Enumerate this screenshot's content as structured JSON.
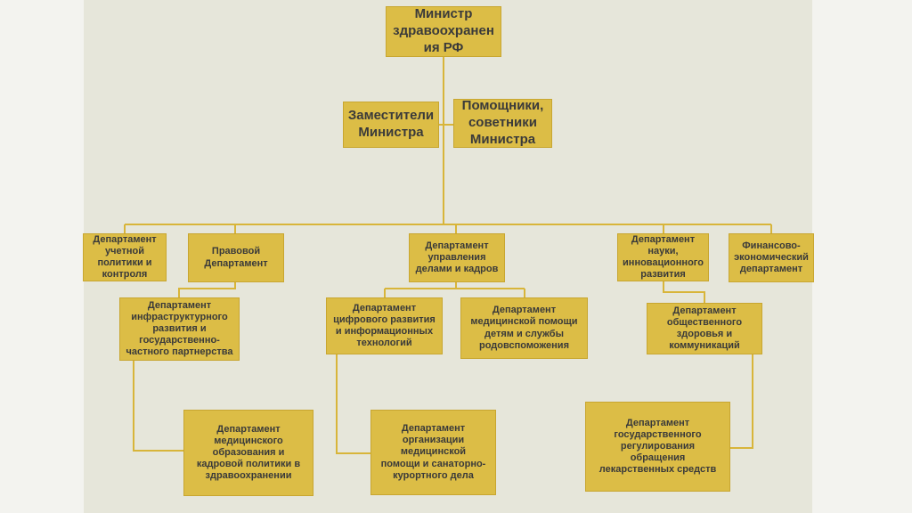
{
  "org_chart": {
    "minister": "Министр\nздравоохранен\nия РФ",
    "deputies": "Заместители\nМинистра",
    "assistants": "Помощники,\nсоветники\nМинистра",
    "dept_accounting_policy": "Департамент\nучетной\nполитики и\nконтроля",
    "dept_legal": "Правовой\nДепартамент",
    "dept_affairs_personnel": "Департамент\nуправления\nделами и кадров",
    "dept_science_innovation": "Департамент\nнауки,\nинновационного\nразвития",
    "dept_finance_economic": "Финансово-\nэкономический\nдепартамент",
    "dept_infrastructure": "Департамент\nинфраструктурного\nразвития и\nгосударственно-\nчастного партнерства",
    "dept_digital": "Департамент\nцифрового развития\nи информационных\nтехнологий",
    "dept_children_obstetrics": "Департамент\nмедицинской помощи\nдетям и службы\nродовспоможения",
    "dept_public_health": "Департамент\nобщественного\nздоровья и\nкоммуникаций",
    "dept_medical_education": "Департамент\nмедицинского\nобразования и\nкадровой политики в\nздравоохранении",
    "dept_medical_care_sanatorium": "Департамент\nорганизации\nмедицинской\nпомощи и санаторно-\nкурортного дела",
    "dept_drug_regulation": "Департамент\nгосударственного\nрегулирования\nобращения\nлекарственных средств"
  },
  "colors": {
    "background": "#e6e6da",
    "box_fill": "#dcbd46",
    "connector": "#d8b53a",
    "text": "#3a3a3a"
  }
}
